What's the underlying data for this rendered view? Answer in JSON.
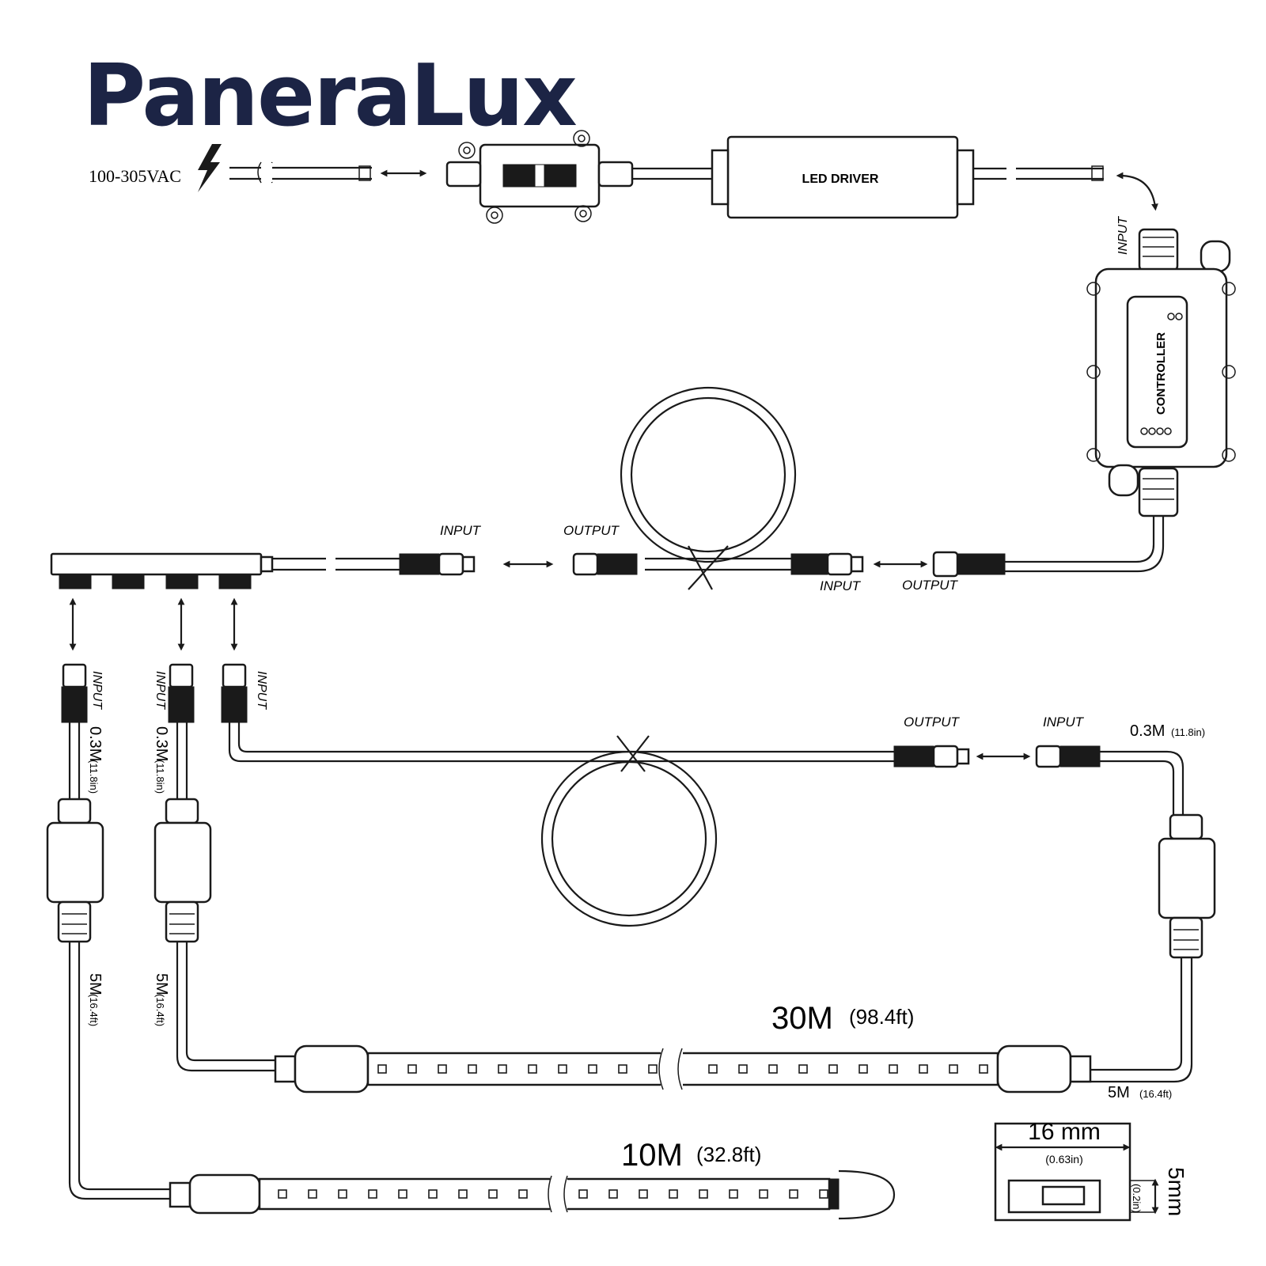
{
  "brand": {
    "name": "PaneraLux",
    "color": "#1c2445"
  },
  "power": {
    "voltage": "100-305VAC",
    "icon": "lightning-bolt-icon"
  },
  "driver": {
    "label": "LED DRIVER"
  },
  "controller": {
    "label": "CONTROLLER",
    "input_label": "INPUT"
  },
  "labels": {
    "input": "INPUT",
    "output": "OUTPUT"
  },
  "lengths": {
    "lead_03m": "0.3M",
    "lead_03m_imperial": "(11.8in)",
    "lead_5m": "5M",
    "lead_5m_imperial": "(16.4ft)",
    "strip_30m": "30M",
    "strip_30m_imperial": "(98.4ft)",
    "strip_10m": "10M",
    "strip_10m_imperial": "(32.8ft)"
  },
  "dimensions": {
    "width": "16 mm",
    "width_imperial": "(0.63in)",
    "height": "5mm",
    "height_imperial": "(0.2in)"
  }
}
